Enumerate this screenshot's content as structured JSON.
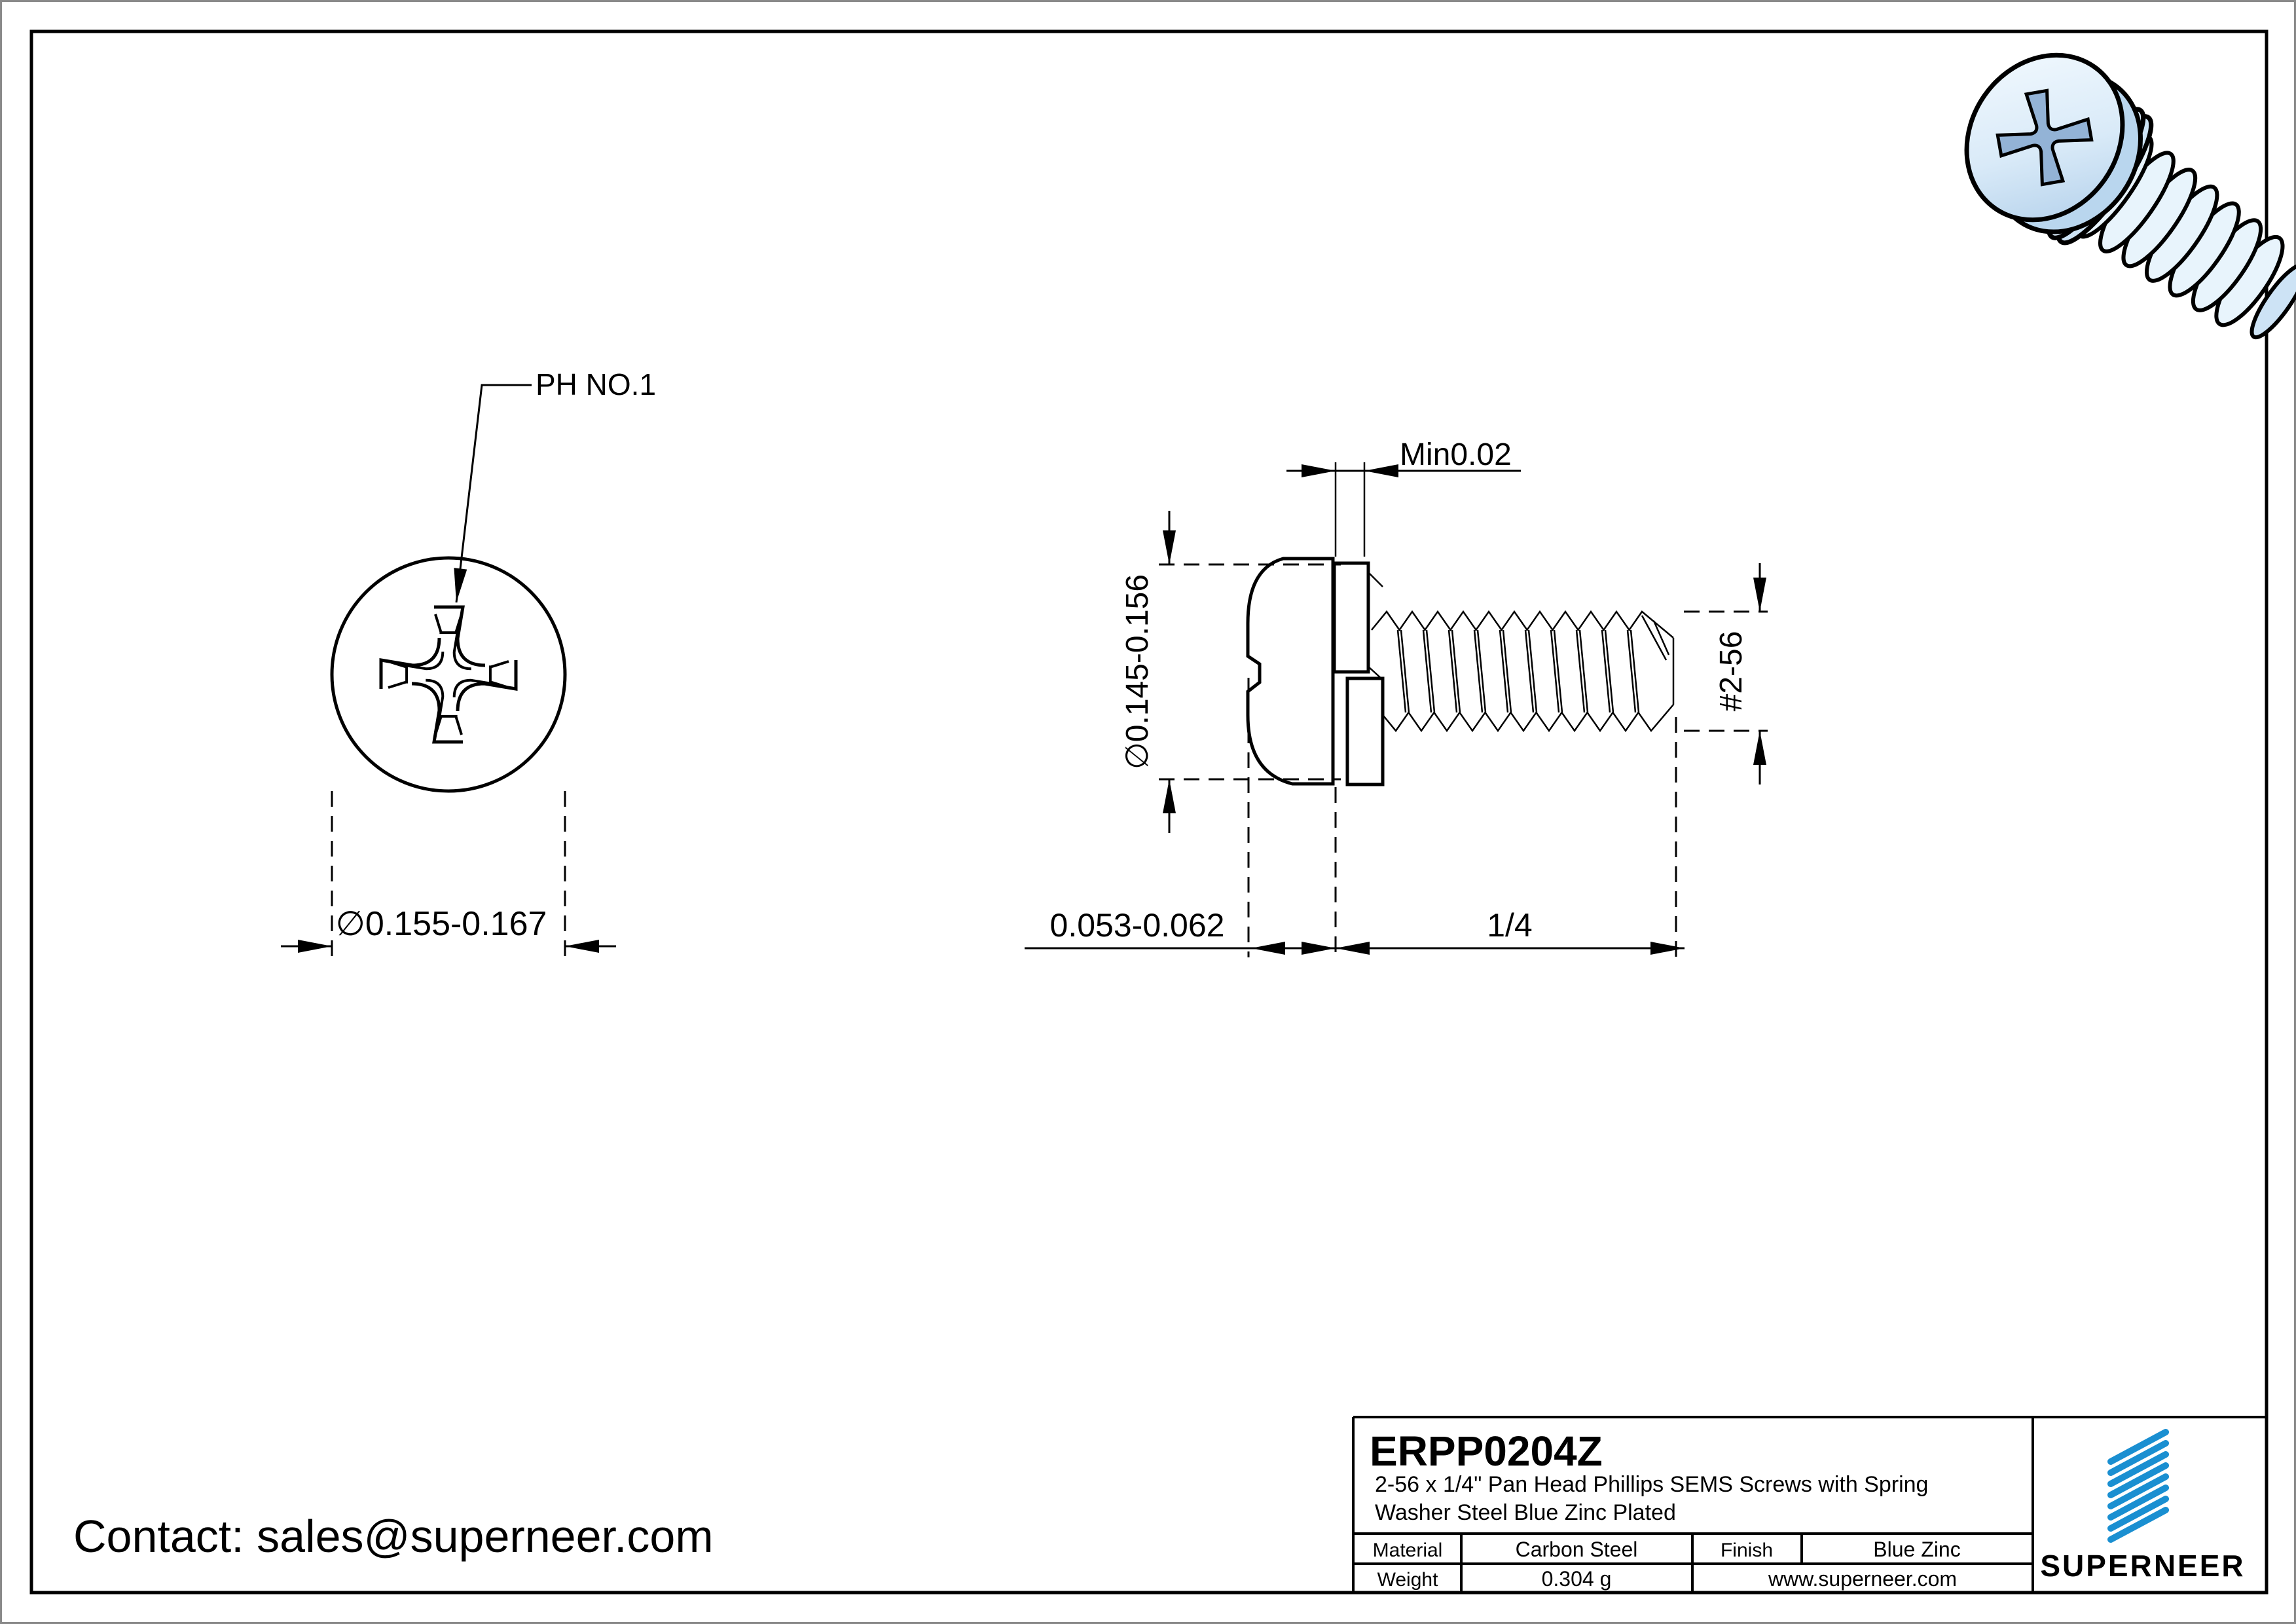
{
  "front_view": {
    "ph_label": "PH NO.1",
    "diameter_label": "∅0.155-0.167"
  },
  "side_view": {
    "washer_min_label": "Min0.02",
    "head_diameter_label": "∅0.145-0.156",
    "thread_label": "#2-56",
    "head_height_label": "0.053-0.062",
    "length_label": "1/4"
  },
  "contact": {
    "label": "Contact: sales@superneer.com"
  },
  "title_block": {
    "part_number": "ERPP0204Z",
    "description_line1": "2-56 x 1/4\" Pan Head Phillips SEMS Screws with Spring",
    "description_line2": "Washer Steel Blue Zinc Plated",
    "material_label": "Material",
    "material_value": "Carbon Steel",
    "finish_label": "Finish",
    "finish_value": "Blue Zinc",
    "weight_label": "Weight",
    "weight_value": "0.304 g",
    "website": "www.superneer.com",
    "brand": "SUPERNEER"
  },
  "colors": {
    "accent_blue": "#1a8fd1",
    "link_blue": "#2493d6",
    "line_black": "#000000",
    "render_light": "#e8f4fc",
    "render_mid": "#b9d6ee"
  }
}
